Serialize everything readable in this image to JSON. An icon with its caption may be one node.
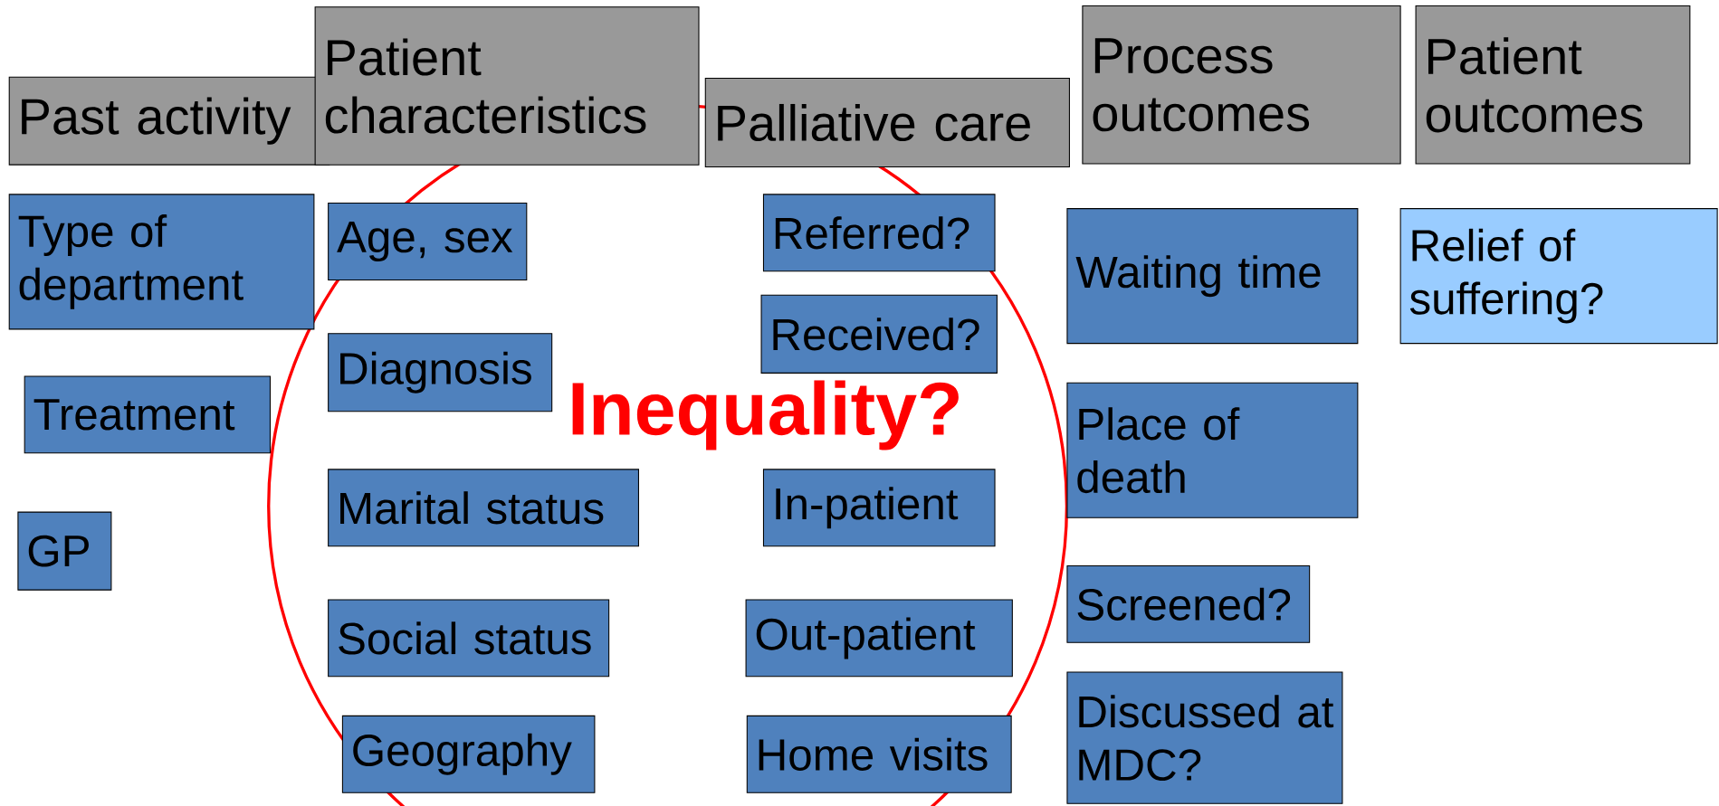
{
  "diagram": {
    "nodes": [
      {
        "text": [
          "Past activity"
        ]
      },
      {
        "text": [
          "Patient characteristics"
        ]
      },
      {
        "text": [
          "Palliative care"
        ]
      },
      {
        "text": [
          "Process outcomes"
        ]
      },
      {
        "text": [
          "Patient outcomes"
        ]
      },
      {
        "text": [
          "Type of department"
        ]
      },
      {
        "text": [
          "Treatment"
        ]
      },
      {
        "text": [
          "GP"
        ]
      },
      {
        "text": [
          "Age, sex"
        ]
      },
      {
        "text": [
          "Diagnosis"
        ]
      },
      {
        "text": [
          "Marital status"
        ]
      },
      {
        "text": [
          "Social status"
        ]
      },
      {
        "text": [
          "Geography"
        ]
      },
      {
        "text": [
          "Referred?"
        ]
      },
      {
        "text": [
          "Received?"
        ]
      },
      {
        "text": [
          "In-patient"
        ]
      },
      {
        "text": [
          "Out-patient"
        ]
      },
      {
        "text": [
          "Home visits"
        ]
      },
      {
        "text": [
          "Waiting time"
        ]
      },
      {
        "text": [
          "Place of death"
        ]
      },
      {
        "text": [
          "Screened?"
        ]
      },
      {
        "text": [
          "Discussed at MDC?"
        ]
      },
      {
        "text": [
          "Relief of suffering?"
        ]
      }
    ],
    "labels": [
      "Inequality?"
    ]
  }
}
